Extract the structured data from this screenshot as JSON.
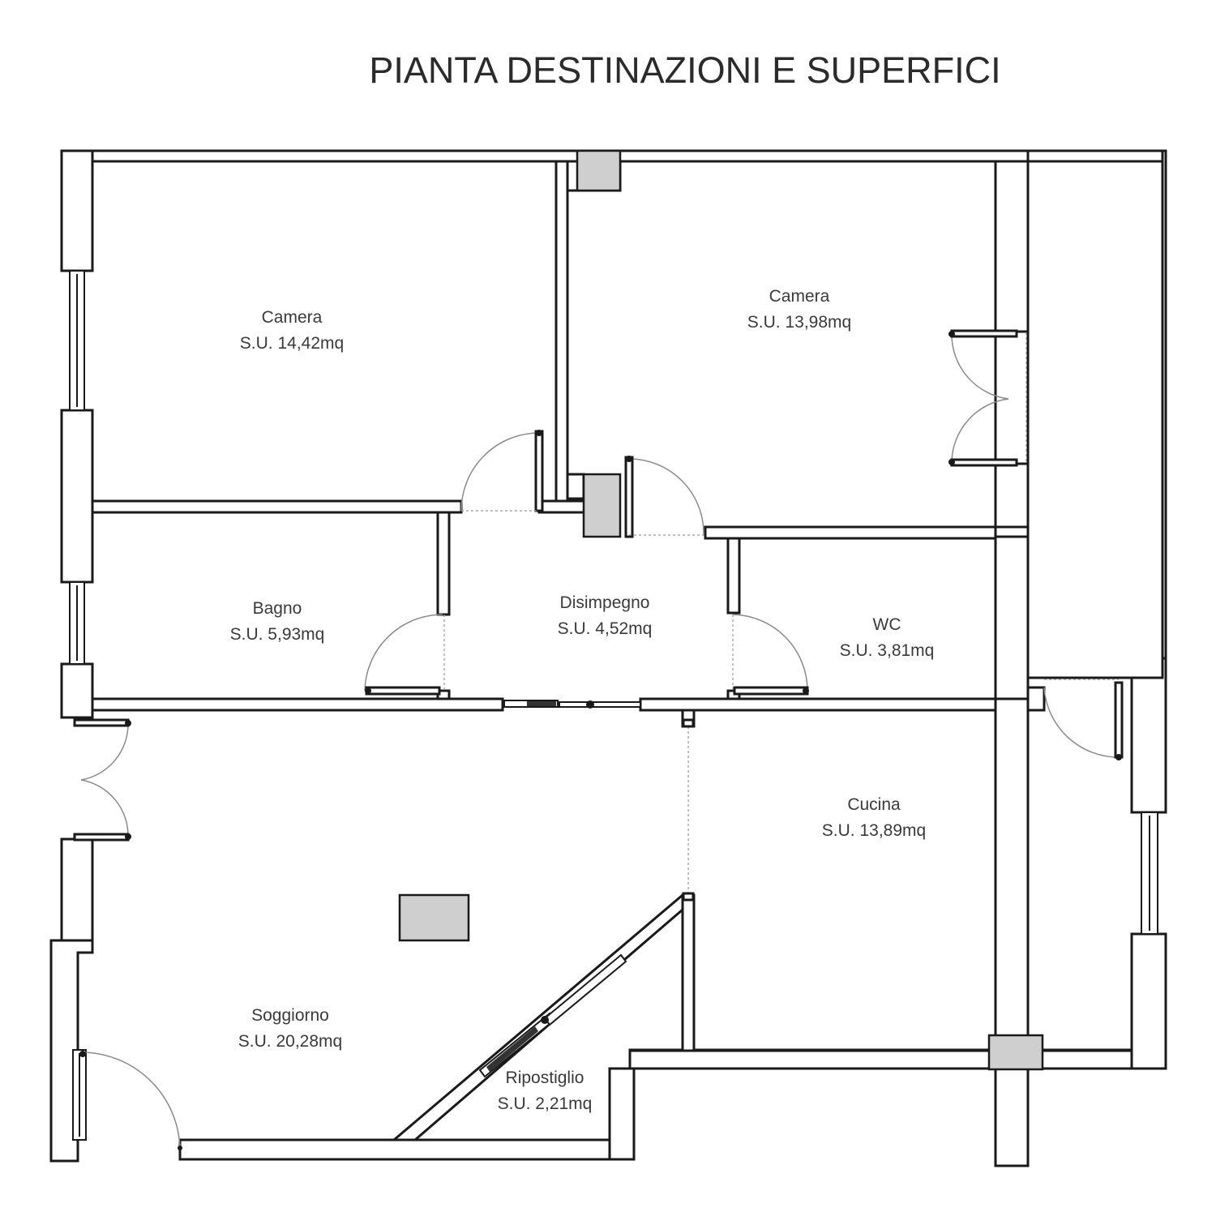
{
  "title": "PIANTA DESTINAZIONI E SUPERFICI",
  "rooms": [
    {
      "name": "Camera",
      "area": "S.U. 14,42mq"
    },
    {
      "name": "Camera",
      "area": "S.U. 13,98mq"
    },
    {
      "name": "Bagno",
      "area": "S.U. 5,93mq"
    },
    {
      "name": "Disimpegno",
      "area": "S.U. 4,52mq"
    },
    {
      "name": "WC",
      "area": "S.U. 3,81mq"
    },
    {
      "name": "Cucina",
      "area": "S.U. 13,89mq"
    },
    {
      "name": "Soggiorno",
      "area": "S.U. 20,28mq"
    },
    {
      "name": "Ripostiglio",
      "area": "S.U. 2,21mq"
    }
  ],
  "colors": {
    "wall": "#1a1a1a",
    "shaft": "#cfcfcf",
    "text": "#3a3a3a"
  }
}
